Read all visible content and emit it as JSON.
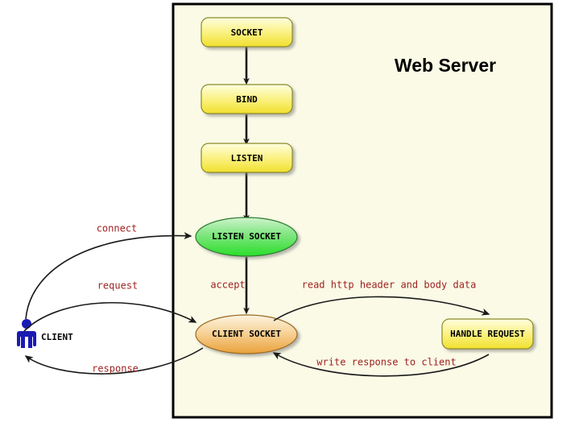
{
  "panel": {
    "title": "Web Server",
    "background_color": "#fafae6",
    "border_color": "#000000"
  },
  "page": {
    "background_color": "#ffffff"
  },
  "colors": {
    "box_fill_top": "#fdfdc0",
    "box_fill_bottom": "#f2e23a",
    "ellipse_green_top": "#bdf0bd",
    "ellipse_green_bottom": "#2fe02f",
    "ellipse_orange_top": "#fcefd5",
    "ellipse_orange_bottom": "#eda43a",
    "edge_label": "#9e1f1f",
    "client_figure": "#1a1ab4",
    "arrow": "#1a1a1a"
  },
  "nodes": {
    "socket": {
      "label": "SOCKET",
      "shape": "rounded-rect"
    },
    "bind": {
      "label": "BIND",
      "shape": "rounded-rect"
    },
    "listen": {
      "label": "LISTEN",
      "shape": "rounded-rect"
    },
    "listen_socket": {
      "label": "LISTEN SOCKET",
      "shape": "ellipse"
    },
    "client_socket": {
      "label": "CLIENT SOCKET",
      "shape": "ellipse"
    },
    "handle_request": {
      "label": "HANDLE REQUEST",
      "shape": "rounded-rect"
    },
    "client": {
      "label": "CLIENT",
      "shape": "actor"
    }
  },
  "edges": [
    {
      "id": "socket-to-bind",
      "label": ""
    },
    {
      "id": "bind-to-listen",
      "label": ""
    },
    {
      "id": "listen-to-listen-socket",
      "label": ""
    },
    {
      "id": "connect",
      "label": "connect"
    },
    {
      "id": "accept",
      "label": "accept"
    },
    {
      "id": "request",
      "label": "request"
    },
    {
      "id": "response",
      "label": "response"
    },
    {
      "id": "read",
      "label": "read http header and body data"
    },
    {
      "id": "write",
      "label": "write response to client"
    }
  ]
}
